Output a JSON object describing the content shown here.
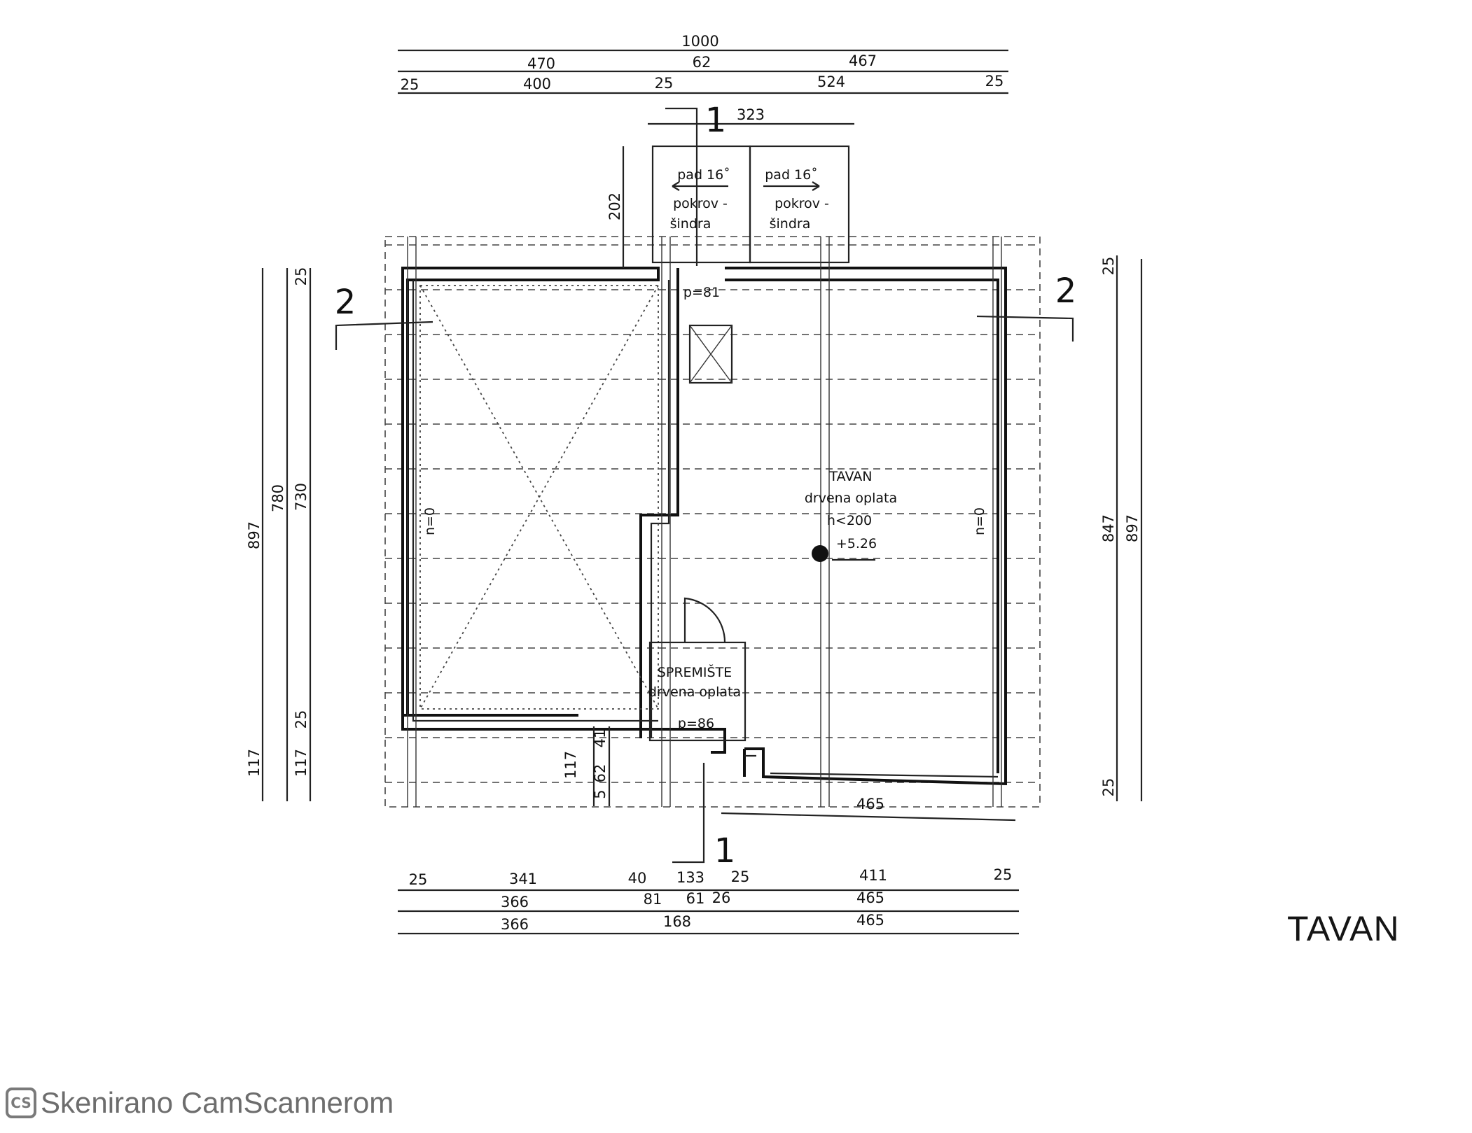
{
  "drawing": {
    "dims_top": {
      "overall": "1000",
      "row2": [
        "470",
        "62",
        "467"
      ],
      "row3": [
        "25",
        "400",
        "25",
        "524",
        "25"
      ],
      "upper": "323",
      "chimney_h": "202"
    },
    "dims_bottom": {
      "row1": [
        "25",
        "341",
        "40",
        "133",
        "25",
        "411",
        "25"
      ],
      "row2": [
        "366",
        "81",
        "61",
        "26",
        "465"
      ],
      "row3": [
        "366",
        "168",
        "465"
      ],
      "inner": "465"
    },
    "dims_left": [
      "897",
      "780",
      "730",
      "25",
      "117",
      "25",
      "117"
    ],
    "dims_right": [
      "25",
      "847",
      "897",
      "25"
    ],
    "dims_small": [
      "117",
      "41",
      "5",
      "62"
    ],
    "sections": {
      "one": "1",
      "two": "2"
    },
    "roof_left": {
      "slope": "pad 16˚",
      "cover": "pokrov -",
      "material": "šindra"
    },
    "roof_right": {
      "slope": "pad 16˚",
      "cover": "pokrov -",
      "material": "šindra"
    },
    "opening_top": "p=81",
    "opening_bottom": "p=86",
    "n_left": "n=0",
    "n_right": "n=0",
    "room_attic": {
      "name": "TAVAN",
      "finish": "drvena oplata",
      "height": "h<200",
      "level": "+5.26"
    },
    "room_storage": {
      "name": "SPREMIŠTE",
      "finish": "drvena oplata"
    }
  },
  "title": "TAVAN",
  "footer": {
    "icon": "camscanner-icon",
    "icon_text": "CS",
    "text": "Skenirano CamScannerom"
  }
}
